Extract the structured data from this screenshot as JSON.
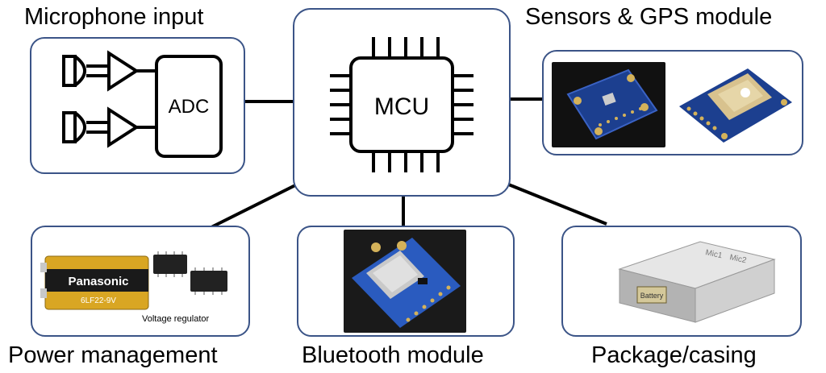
{
  "titles": {
    "microphone": "Microphone input",
    "sensors": "Sensors & GPS module",
    "power": "Power management",
    "bluetooth": "Bluetooth module",
    "package": "Package/casing"
  },
  "labels": {
    "mcu": "MCU",
    "adc": "ADC",
    "voltage_regulator": "Voltage regulator",
    "battery": "Battery",
    "battery_brand": "Panasonic",
    "battery_model": "6LF22-9V",
    "mic1": "Mic1",
    "mic2": "Mic2"
  },
  "colors": {
    "box_border": "#3b5487",
    "wire": "#000000"
  }
}
